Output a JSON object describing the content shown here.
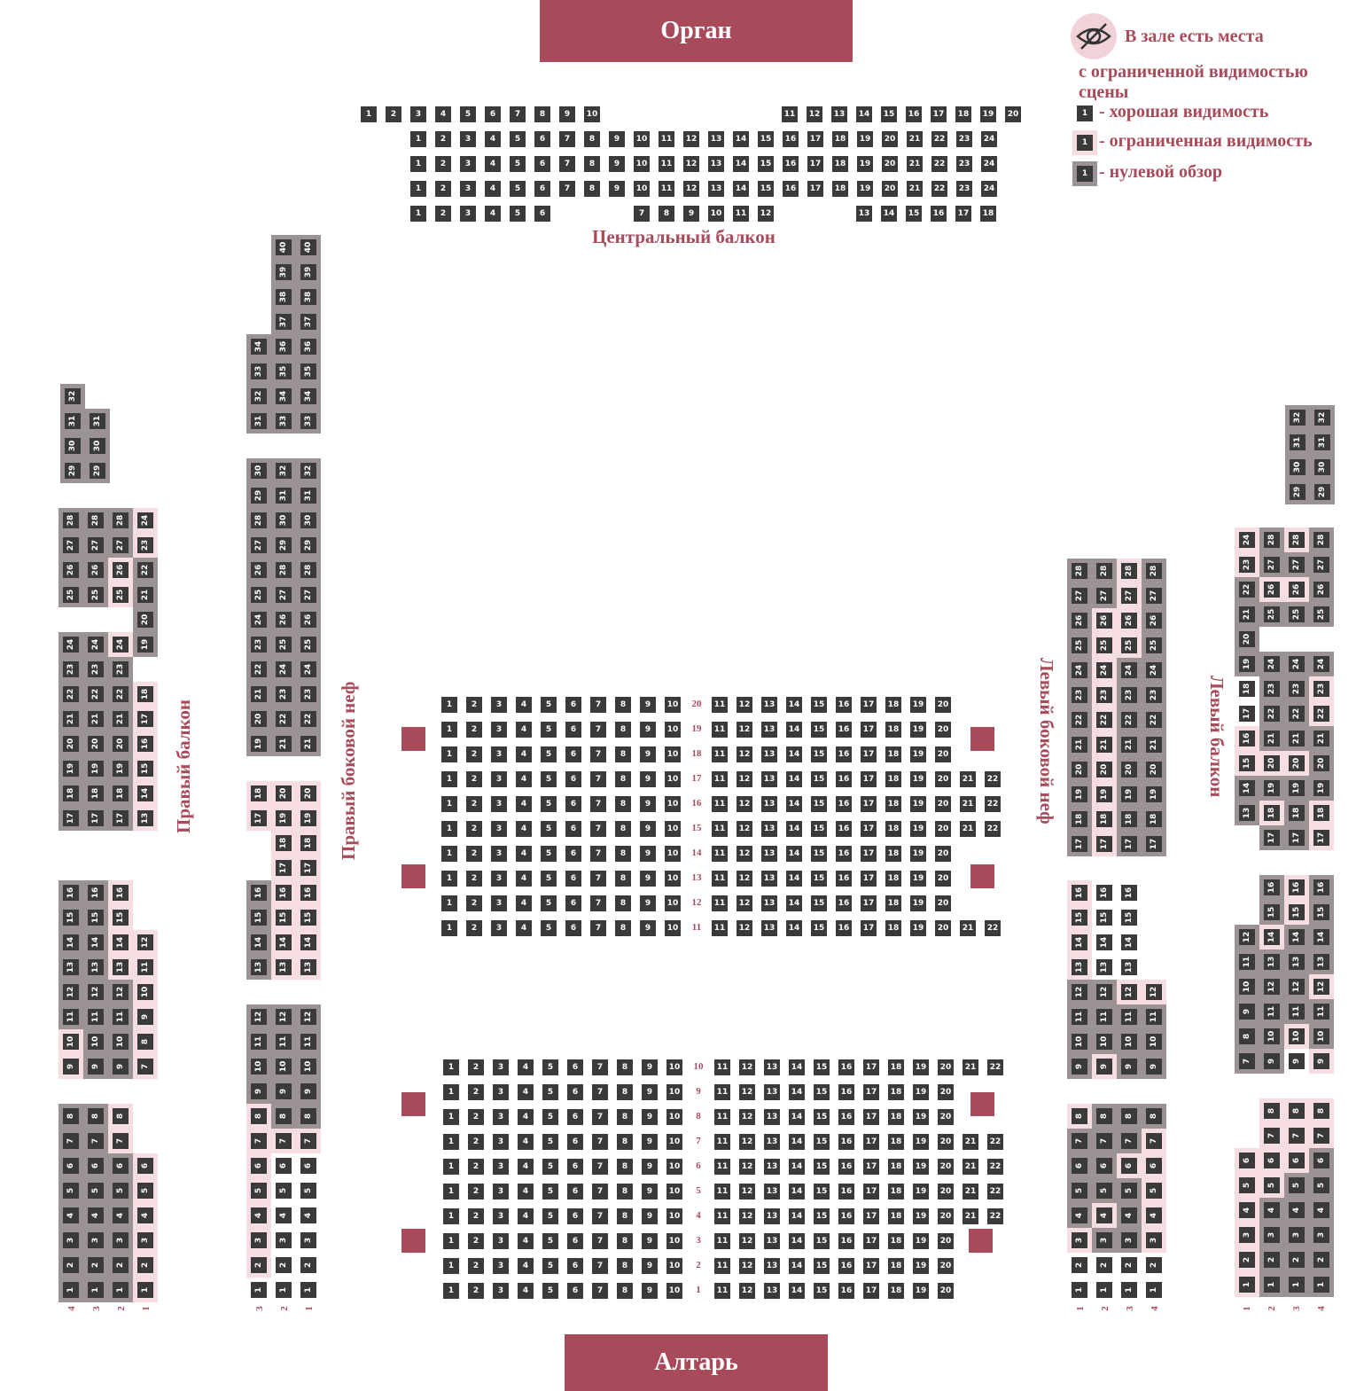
{
  "stage": {
    "organ": "Орган",
    "altar": "Алтарь"
  },
  "sections": {
    "central_balcony": "Центральный балкон",
    "right_side_nave": "Правый боковой неф",
    "right_balcony": "Правый  балкон",
    "left_side_nave": "Левый боковой неф",
    "left_balcony": "Левый балкон"
  },
  "legend": {
    "title_line1": "В зале есть места",
    "title_line2": "с ограниченной видимостью",
    "title_line3": "сцены",
    "good": "- хорошая видимость",
    "limited": "- ограниченная видимость",
    "zero": "- нулевой обзор",
    "sample_seat": "1"
  },
  "colors": {
    "accent": "#a84a5a",
    "seat": "#3a3a3a",
    "limited_bg": "#f6dde1",
    "zero_bg": "#9b9294"
  },
  "icons": {
    "legend_eye": "eye-slash-icon"
  }
}
